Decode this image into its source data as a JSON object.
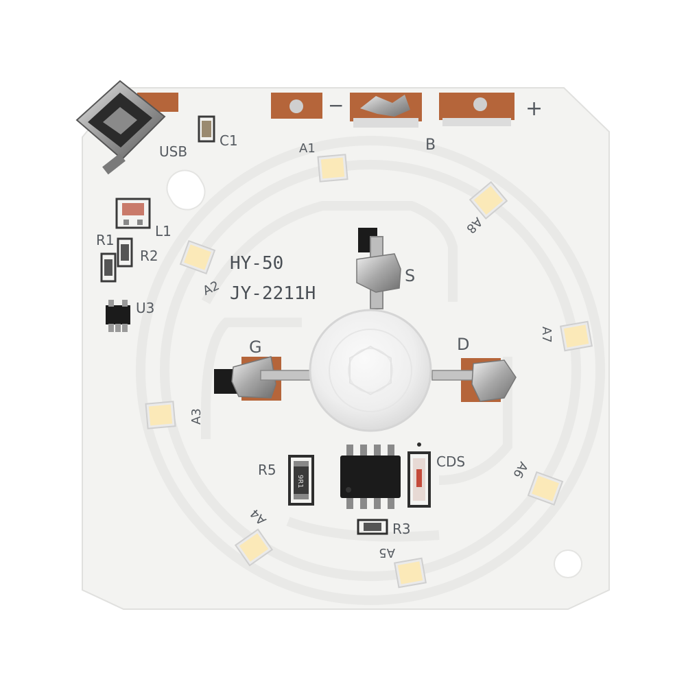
{
  "board": {
    "model_line1": "HY-50",
    "model_line2": "JY-2211H"
  },
  "labels": {
    "usb": "USB",
    "c1": "C1",
    "l1": "L1",
    "r1": "R1",
    "r2": "R2",
    "u3": "U3",
    "r5": "R5",
    "r3": "R3",
    "cds": "CDS",
    "minus": "−",
    "plus": "+",
    "b": "B",
    "s": "S",
    "g": "G",
    "d": "D",
    "resistor_code": "9R1"
  },
  "leds": [
    "A1",
    "A2",
    "A3",
    "A4",
    "A5",
    "A6",
    "A7",
    "A8"
  ],
  "colors": {
    "board": "#f3f3f1",
    "copper": "#b5653a",
    "solder": "#c9c9c9",
    "led": "#fbe9b8",
    "silk": "#555a60",
    "chip": "#1b1b1b"
  }
}
